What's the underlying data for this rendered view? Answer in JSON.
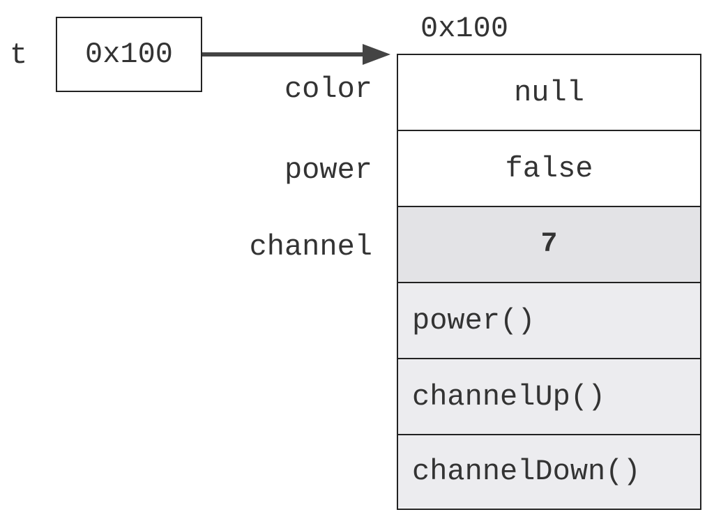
{
  "reference": {
    "variable": "t",
    "value": "0x100"
  },
  "object": {
    "address": "0x100",
    "fields": [
      {
        "name": "color",
        "value": "null"
      },
      {
        "name": "power",
        "value": "false"
      },
      {
        "name": "channel",
        "value": "7"
      }
    ],
    "methods": [
      {
        "label": "power()"
      },
      {
        "label": "channelUp()"
      },
      {
        "label": "channelDown()"
      }
    ]
  }
}
